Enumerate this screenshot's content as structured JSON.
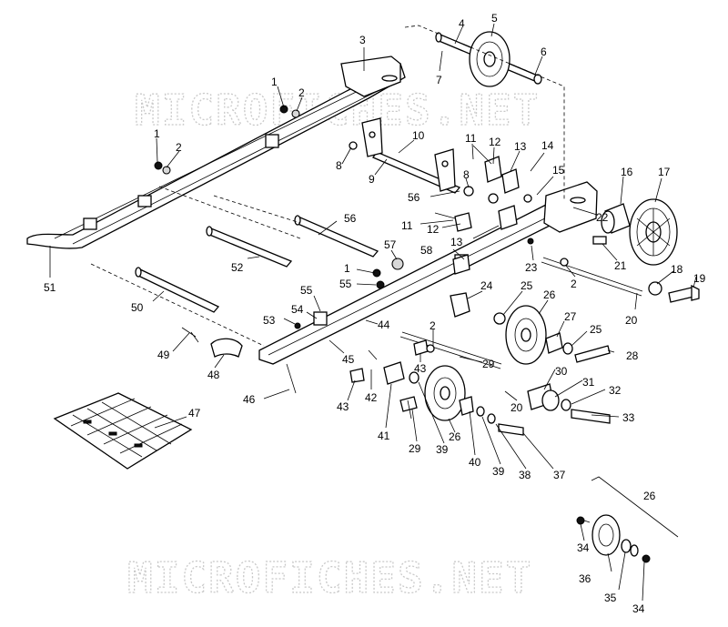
{
  "watermark_text": "MICROFICHES.NET",
  "callouts": [
    {
      "id": "c1a",
      "text": "1"
    },
    {
      "id": "c2a",
      "text": "2"
    },
    {
      "id": "c3",
      "text": "3"
    },
    {
      "id": "c4",
      "text": "4"
    },
    {
      "id": "c5",
      "text": "5"
    },
    {
      "id": "c6",
      "text": "6"
    },
    {
      "id": "c7",
      "text": "7"
    },
    {
      "id": "c1b",
      "text": "1"
    },
    {
      "id": "c2b",
      "text": "2"
    },
    {
      "id": "c10",
      "text": "10"
    },
    {
      "id": "c8a",
      "text": "8"
    },
    {
      "id": "c9",
      "text": "9"
    },
    {
      "id": "c11a",
      "text": "11"
    },
    {
      "id": "c12a",
      "text": "12"
    },
    {
      "id": "c13a",
      "text": "13"
    },
    {
      "id": "c14",
      "text": "14"
    },
    {
      "id": "c8b",
      "text": "8"
    },
    {
      "id": "c15",
      "text": "15"
    },
    {
      "id": "c16",
      "text": "16"
    },
    {
      "id": "c17",
      "text": "17"
    },
    {
      "id": "c56a",
      "text": "56"
    },
    {
      "id": "c11b",
      "text": "11"
    },
    {
      "id": "c12b",
      "text": "12"
    },
    {
      "id": "c13b",
      "text": "13"
    },
    {
      "id": "c22",
      "text": "22"
    },
    {
      "id": "c56b",
      "text": "56"
    },
    {
      "id": "c57",
      "text": "57"
    },
    {
      "id": "c58",
      "text": "58"
    },
    {
      "id": "c23",
      "text": "23"
    },
    {
      "id": "c21",
      "text": "21"
    },
    {
      "id": "c18",
      "text": "18"
    },
    {
      "id": "c19",
      "text": "19"
    },
    {
      "id": "c52",
      "text": "52"
    },
    {
      "id": "c1c",
      "text": "1"
    },
    {
      "id": "c55a",
      "text": "55"
    },
    {
      "id": "c2c",
      "text": "2"
    },
    {
      "id": "c24",
      "text": "24"
    },
    {
      "id": "c25a",
      "text": "25"
    },
    {
      "id": "c26a",
      "text": "26"
    },
    {
      "id": "c20a",
      "text": "20"
    },
    {
      "id": "c51",
      "text": "51"
    },
    {
      "id": "c50",
      "text": "50"
    },
    {
      "id": "c55b",
      "text": "55"
    },
    {
      "id": "c54",
      "text": "54"
    },
    {
      "id": "c53",
      "text": "53"
    },
    {
      "id": "c44",
      "text": "44"
    },
    {
      "id": "c27",
      "text": "27"
    },
    {
      "id": "c25b",
      "text": "25"
    },
    {
      "id": "c2d",
      "text": "2"
    },
    {
      "id": "c28",
      "text": "28"
    },
    {
      "id": "c49",
      "text": "49"
    },
    {
      "id": "c45",
      "text": "45"
    },
    {
      "id": "c43a",
      "text": "43"
    },
    {
      "id": "c29a",
      "text": "29"
    },
    {
      "id": "c48",
      "text": "48"
    },
    {
      "id": "c30",
      "text": "30"
    },
    {
      "id": "c31",
      "text": "31"
    },
    {
      "id": "c42",
      "text": "42"
    },
    {
      "id": "c46",
      "text": "46"
    },
    {
      "id": "c43b",
      "text": "43"
    },
    {
      "id": "c32",
      "text": "32"
    },
    {
      "id": "c20b",
      "text": "20"
    },
    {
      "id": "c33",
      "text": "33"
    },
    {
      "id": "c47",
      "text": "47"
    },
    {
      "id": "c26b",
      "text": "26"
    },
    {
      "id": "c41",
      "text": "41"
    },
    {
      "id": "c29b",
      "text": "29"
    },
    {
      "id": "c39a",
      "text": "39"
    },
    {
      "id": "c40",
      "text": "40"
    },
    {
      "id": "c39b",
      "text": "39"
    },
    {
      "id": "c38",
      "text": "38"
    },
    {
      "id": "c37",
      "text": "37"
    },
    {
      "id": "c26c",
      "text": "26"
    },
    {
      "id": "c34a",
      "text": "34"
    },
    {
      "id": "c36",
      "text": "36"
    },
    {
      "id": "c35",
      "text": "35"
    },
    {
      "id": "c34b",
      "text": "34"
    }
  ]
}
